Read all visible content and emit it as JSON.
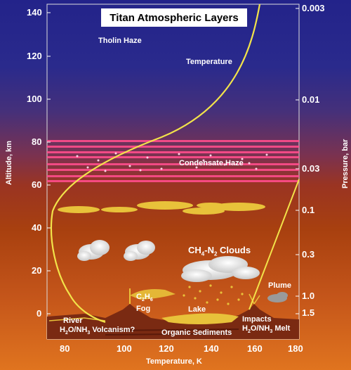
{
  "title": "Titan Atmospheric Layers",
  "axes": {
    "x_label": "Temperature, K",
    "y_left_label": "Altitude, km",
    "y_right_label": "Pressure, bar",
    "x_ticks": [
      "80",
      "100",
      "120",
      "140",
      "160",
      "180"
    ],
    "y_left_ticks": [
      "140",
      "120",
      "100",
      "80",
      "60",
      "40",
      "20",
      "0"
    ],
    "y_right_ticks": [
      "0.003",
      "0.01",
      "0.03",
      "0.1",
      "0.3",
      "1.0",
      "1.5"
    ]
  },
  "annotations": {
    "tholin_haze": "Tholin Haze",
    "temperature": "Temperature",
    "condensate_haze": "Condensate Haze",
    "clouds_main": "CH",
    "clouds_sub1": "4",
    "clouds_mid": "-N",
    "clouds_sub2": "2",
    "clouds_end": " Clouds",
    "fog_main": "C",
    "fog_sub1": "2",
    "fog_mid": "H",
    "fog_sub2": "6",
    "fog_word": "Fog",
    "lake": "Lake",
    "plume": "Plume",
    "impacts": "Impacts",
    "river": "River",
    "volcanism_a": "H",
    "volcanism_s1": "2",
    "volcanism_b": "O/NH",
    "volcanism_s2": "3",
    "volcanism_c": " Volcanism?",
    "sediments": "Organic Sediments",
    "melt_a": "H",
    "melt_s1": "2",
    "melt_b": "O/NH",
    "melt_s2": "3",
    "melt_c": " Melt"
  },
  "colors": {
    "temperature_curve": "#f2e34a",
    "haze_bands": "#ff4d8c",
    "clouds_yellow": "#e8c23a"
  }
}
